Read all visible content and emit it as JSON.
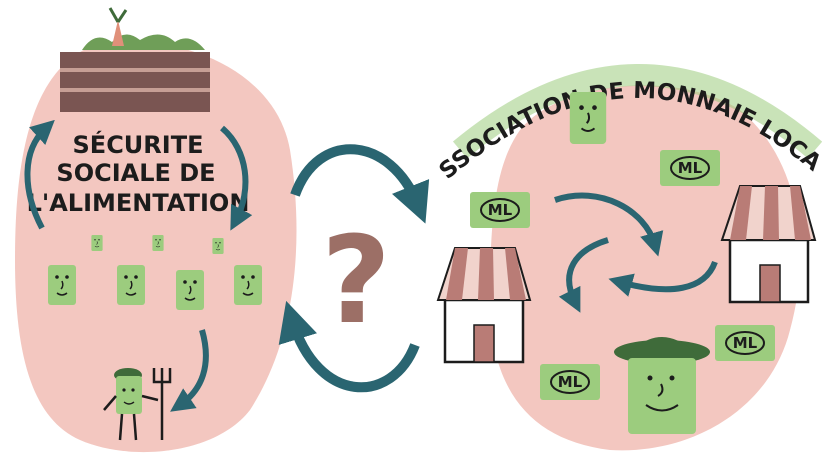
{
  "left_title": {
    "line1": "SÉCURITE",
    "line2": "SOCIALE DE",
    "line3": "L'ALIMENTATION"
  },
  "right_title": "ASSOCIATION DE MONNAIE LOCALE",
  "center_symbol": "?",
  "currency_label": "ML",
  "colors": {
    "blob": "#f3c7c0",
    "arrow": "#2a6571",
    "note": "#9ccc7e",
    "question": "#9c6f66",
    "awning_dark": "#b97c76",
    "awning_light": "#f1d3cc",
    "crate": "#7a5552"
  }
}
